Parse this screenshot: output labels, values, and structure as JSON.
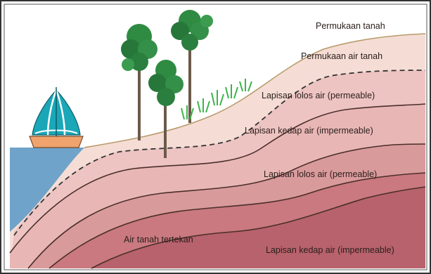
{
  "labels": {
    "ground_surface": "Permukaan tanah",
    "water_table": "Permukaan air tanah",
    "permeable_layer_1": "Lapisan lolos air (permeable)",
    "impermeable_layer_1": "Lapisan kedap air (impermeable)",
    "permeable_layer_2": "Lapisan lolos air (permeable)",
    "confined_groundwater": "Air tanah tertekan",
    "impermeable_layer_2": "Lapisan kedap air (impermeable)"
  },
  "colors": {
    "sky": "#ffffff",
    "sea": "#6fa3c9",
    "topsoil": "#f5ddd6",
    "layer_light": "#e8b7b5",
    "layer_mid": "#d99a9c",
    "layer_dark": "#c9797f",
    "layer_darkest": "#b7626c",
    "tree_foliage": "#2f8a42",
    "trunk": "#6b5a49",
    "sail": "#1aa7b8",
    "hull": "#f0a36d",
    "grass": "#3bb54a"
  }
}
